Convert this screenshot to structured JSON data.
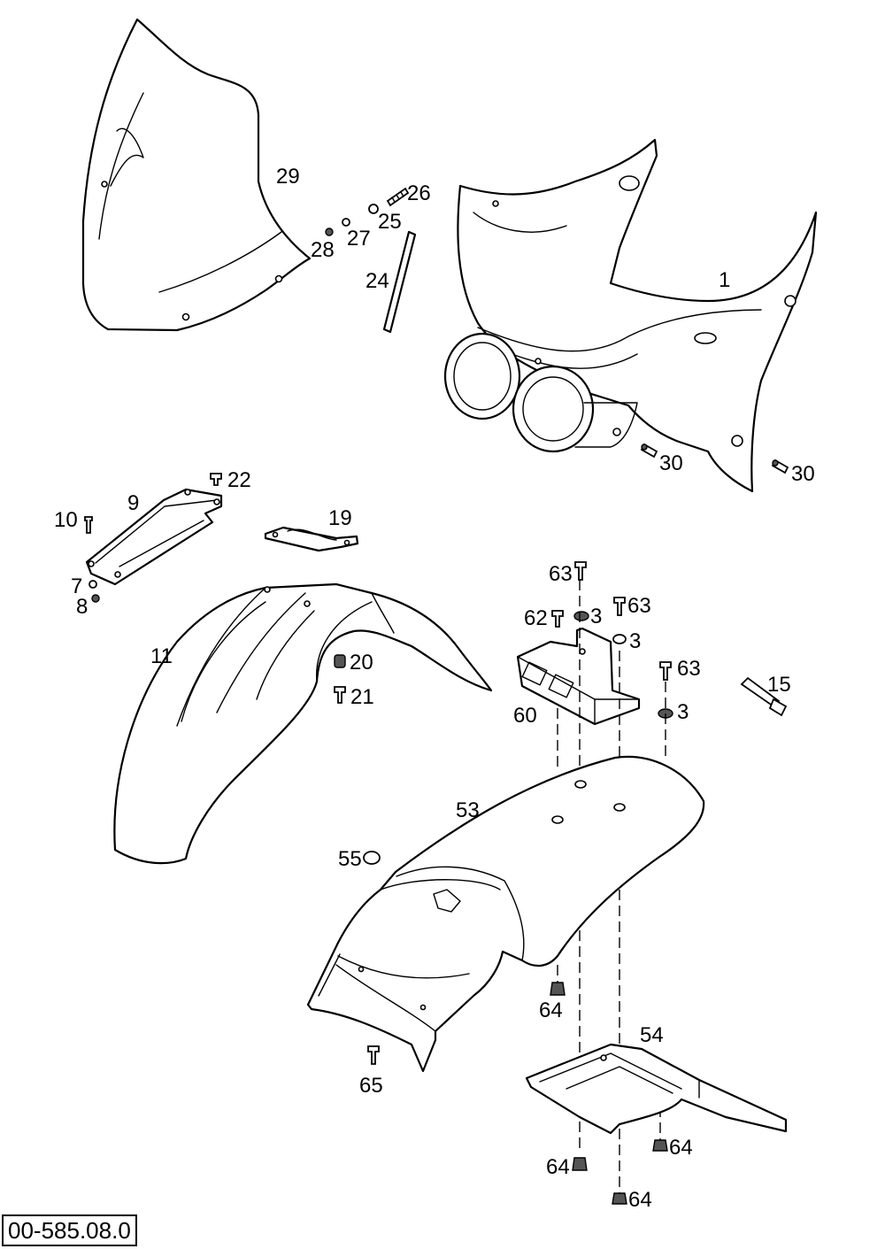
{
  "callouts": {
    "c1": "1",
    "c3a": "3",
    "c3b": "3",
    "c3c": "3",
    "c7": "7",
    "c8": "8",
    "c9": "9",
    "c10": "10",
    "c11": "11",
    "c15": "15",
    "c19": "19",
    "c20": "20",
    "c21": "21",
    "c22": "22",
    "c24": "24",
    "c25": "25",
    "c26": "26",
    "c27": "27",
    "c28": "28",
    "c29": "29",
    "c30a": "30",
    "c30b": "30",
    "c53": "53",
    "c54": "54",
    "c55": "55",
    "c60": "60",
    "c62": "62",
    "c63a": "63",
    "c63b": "63",
    "c63c": "63",
    "c64a": "64",
    "c64b": "64",
    "c64c": "64",
    "c64d": "64",
    "c65": "65"
  },
  "reference_code": "00-585.08.0"
}
